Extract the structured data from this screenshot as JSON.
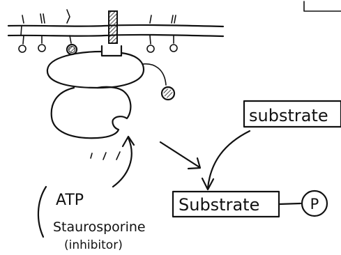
{
  "labels": {
    "atp": "ATP",
    "staurosporine": "Staurosporine",
    "inhibitor": "(inhibitor)",
    "substrate_top": "substrate",
    "substrate_bottom": "Substrate",
    "phosphate": "P"
  },
  "colors": {
    "ink": "#111111",
    "paper": "#ffffff"
  }
}
